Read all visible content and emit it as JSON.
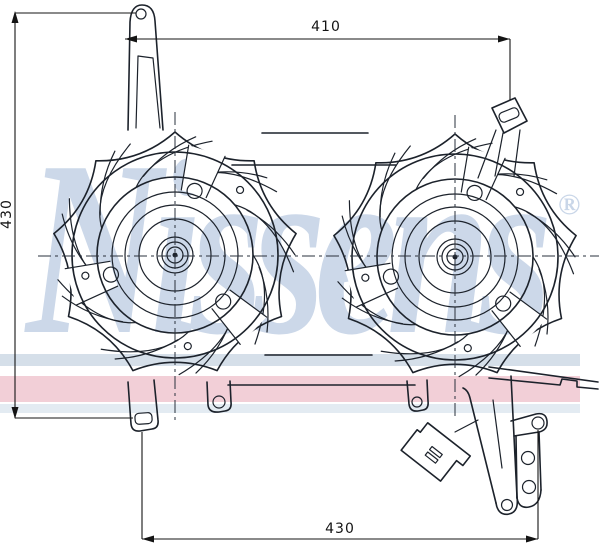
{
  "drawing": {
    "type": "technical-line-drawing",
    "subject": "dual radiator cooling fan assembly, front view",
    "dimensions": {
      "top_width": "410",
      "left_height": "430",
      "bottom_width": "430"
    },
    "watermark": {
      "text": "Nissens",
      "registered": "®"
    },
    "colors": {
      "line": "#1c222b",
      "dimension": "#141414",
      "watermark": "#ccd8e9",
      "band_blue": "#d5dfe9",
      "band_pink": "#f2cfd7",
      "band_pale_blue": "#e3ebf2"
    }
  }
}
